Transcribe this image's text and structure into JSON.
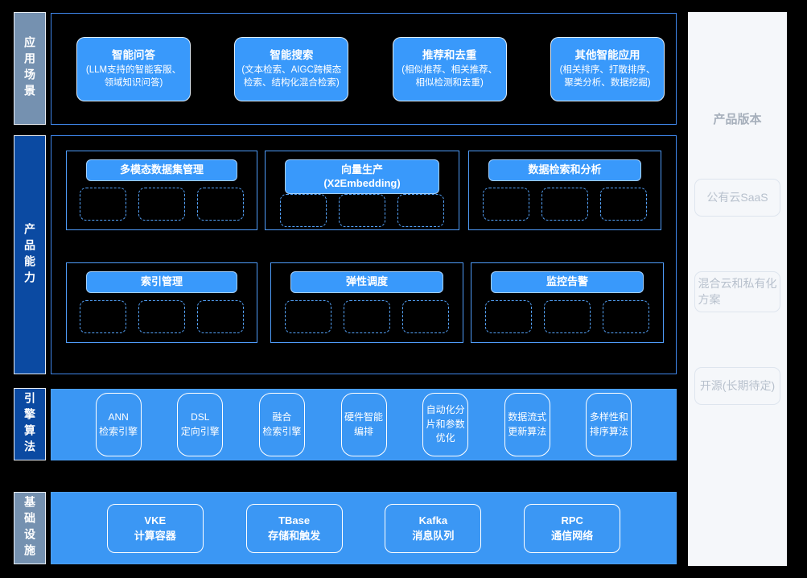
{
  "colors": {
    "background": "#000000",
    "card_blue": "#3999fb",
    "band_blue": "#3b97f4",
    "dark_label_blue": "#0b4aa2",
    "slate_label_blue": "#7591b0",
    "area_border_blue": "#3f87ec",
    "dashed_border_blue": "#55a3fa",
    "sidebar_bg": "#f5f7fa",
    "sidebar_text_gray": "#b8c1cd"
  },
  "scenarios": {
    "label": "应用场景",
    "cards": [
      {
        "title": "智能问答",
        "desc": "(LLM支持的智能客服、\n领域知识问答)"
      },
      {
        "title": "智能搜索",
        "desc": "(文本检索、AIGC跨模态\n检索、结构化混合检索)"
      },
      {
        "title": "推荐和去重",
        "desc": "(相似推荐、相关推荐、\n相似检测和去重)"
      },
      {
        "title": "其他智能应用",
        "desc": "(相关排序、打散排序、\n聚类分析、数据挖掘)"
      }
    ]
  },
  "capabilities": {
    "label": "产品能力",
    "groups": [
      {
        "title": "多模态数据集管理"
      },
      {
        "title": "向量生产\n(X2Embedding)"
      },
      {
        "title": "数据检索和分析"
      },
      {
        "title": "索引管理"
      },
      {
        "title": "弹性调度"
      },
      {
        "title": "监控告警"
      }
    ]
  },
  "engine": {
    "label": "引擎算法",
    "items": [
      "ANN\n检索引擎",
      "DSL\n定向引擎",
      "融合\n检索引擎",
      "硬件智能\n编排",
      "自动化分\n片和参数\n优化",
      "数据流式\n更新算法",
      "多样性和\n排序算法"
    ]
  },
  "infra": {
    "label": "基础设施",
    "items": [
      "VKE\n计算容器",
      "TBase\n存储和触发",
      "Kafka\n消息队列",
      "RPC\n通信网络"
    ]
  },
  "versions": {
    "title": "产品版本",
    "items": [
      "公有云SaaS",
      "混合云和私有化\n方案",
      "开源(长期待定)"
    ]
  }
}
